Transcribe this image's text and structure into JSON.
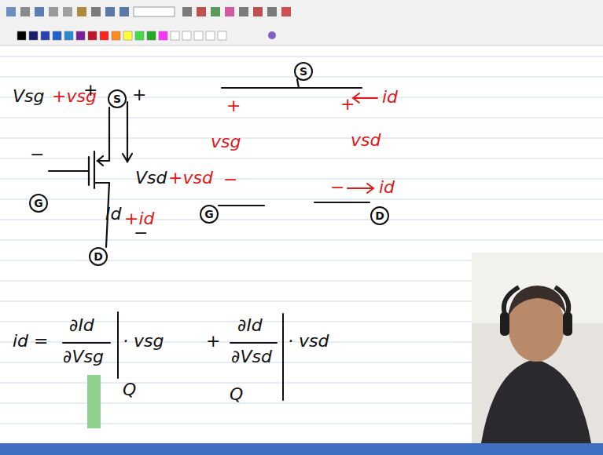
{
  "diagram": {
    "nodes": [
      {
        "text": [
          "S"
        ]
      },
      {
        "text": [
          "G"
        ]
      },
      {
        "text": [
          "D"
        ]
      },
      {
        "text": [
          "S"
        ]
      },
      {
        "text": [
          "G"
        ]
      },
      {
        "text": [
          "D"
        ]
      }
    ],
    "labels": [
      "Vsg",
      "+vsg",
      "+",
      "−",
      "+",
      "Vsd",
      "+vsd",
      "Id",
      "+id",
      "−",
      "+",
      "vsg",
      "−",
      "+",
      "id",
      "vsd",
      "−",
      "id",
      "id =",
      "∂Id",
      "∂Vsg",
      "· vsg",
      "Q",
      "+",
      "∂Id",
      "∂Vsd",
      "· vsd",
      "Q"
    ]
  }
}
